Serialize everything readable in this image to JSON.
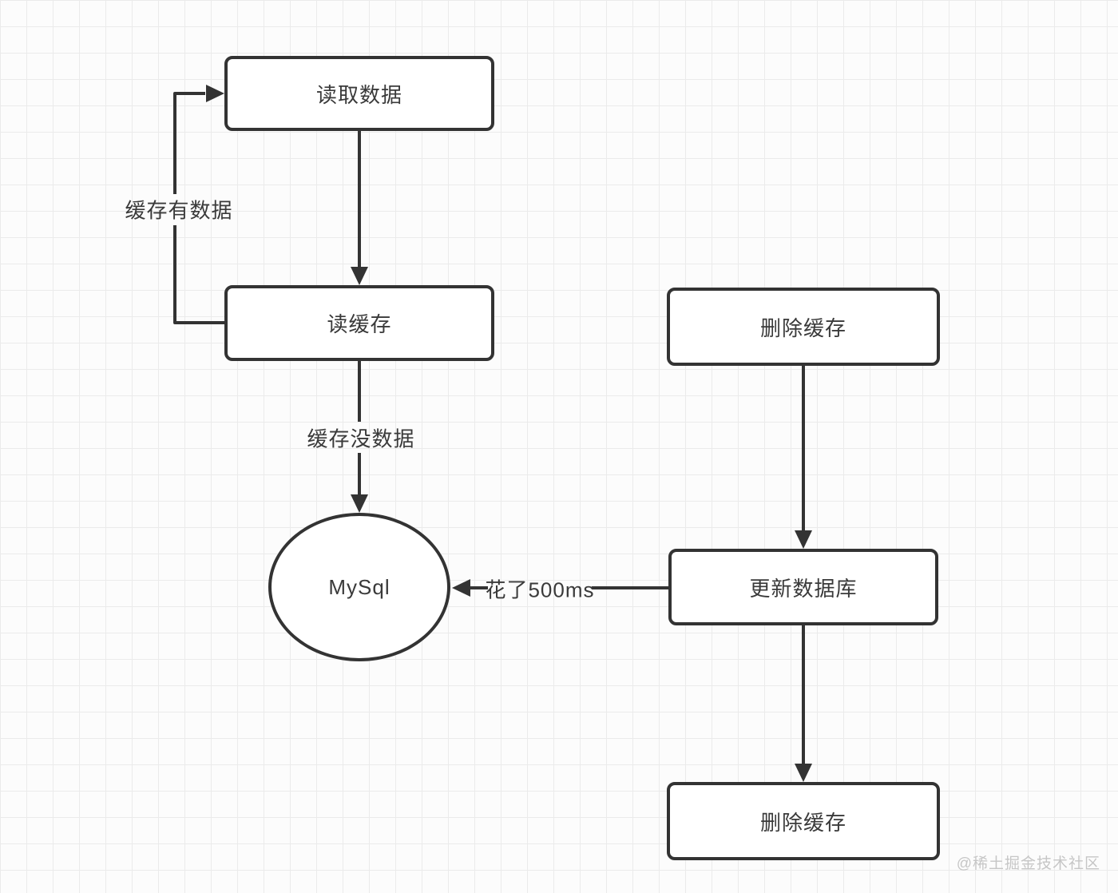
{
  "diagram": {
    "type": "flowchart",
    "nodes": {
      "read_data": {
        "label": "读取数据",
        "shape": "rect"
      },
      "read_cache": {
        "label": "读缓存",
        "shape": "rect"
      },
      "mysql": {
        "label": "MySql",
        "shape": "ellipse"
      },
      "delete_cache_top": {
        "label": "删除缓存",
        "shape": "rect"
      },
      "update_db": {
        "label": "更新数据库",
        "shape": "rect"
      },
      "delete_cache_bottom": {
        "label": "删除缓存",
        "shape": "rect"
      }
    },
    "edges": {
      "cache_has_data": {
        "label": "缓存有数据",
        "from": "read_cache",
        "to": "read_data"
      },
      "read_to_cache": {
        "label": "",
        "from": "read_data",
        "to": "read_cache"
      },
      "cache_no_data": {
        "label": "缓存没数据",
        "from": "read_cache",
        "to": "mysql"
      },
      "delete_to_update": {
        "label": "",
        "from": "delete_cache_top",
        "to": "update_db"
      },
      "took_500ms": {
        "label": "花了500ms",
        "from": "update_db",
        "to": "mysql"
      },
      "update_to_delete": {
        "label": "",
        "from": "update_db",
        "to": "delete_cache_bottom"
      }
    },
    "colors": {
      "stroke": "#333333",
      "node_fill": "#ffffff",
      "text": "#3a3a3a",
      "grid_line": "#ebebeb",
      "background": "#fcfcfc",
      "watermark": "#c6c6c6"
    }
  },
  "watermark": {
    "text": "@稀土掘金技术社区"
  }
}
